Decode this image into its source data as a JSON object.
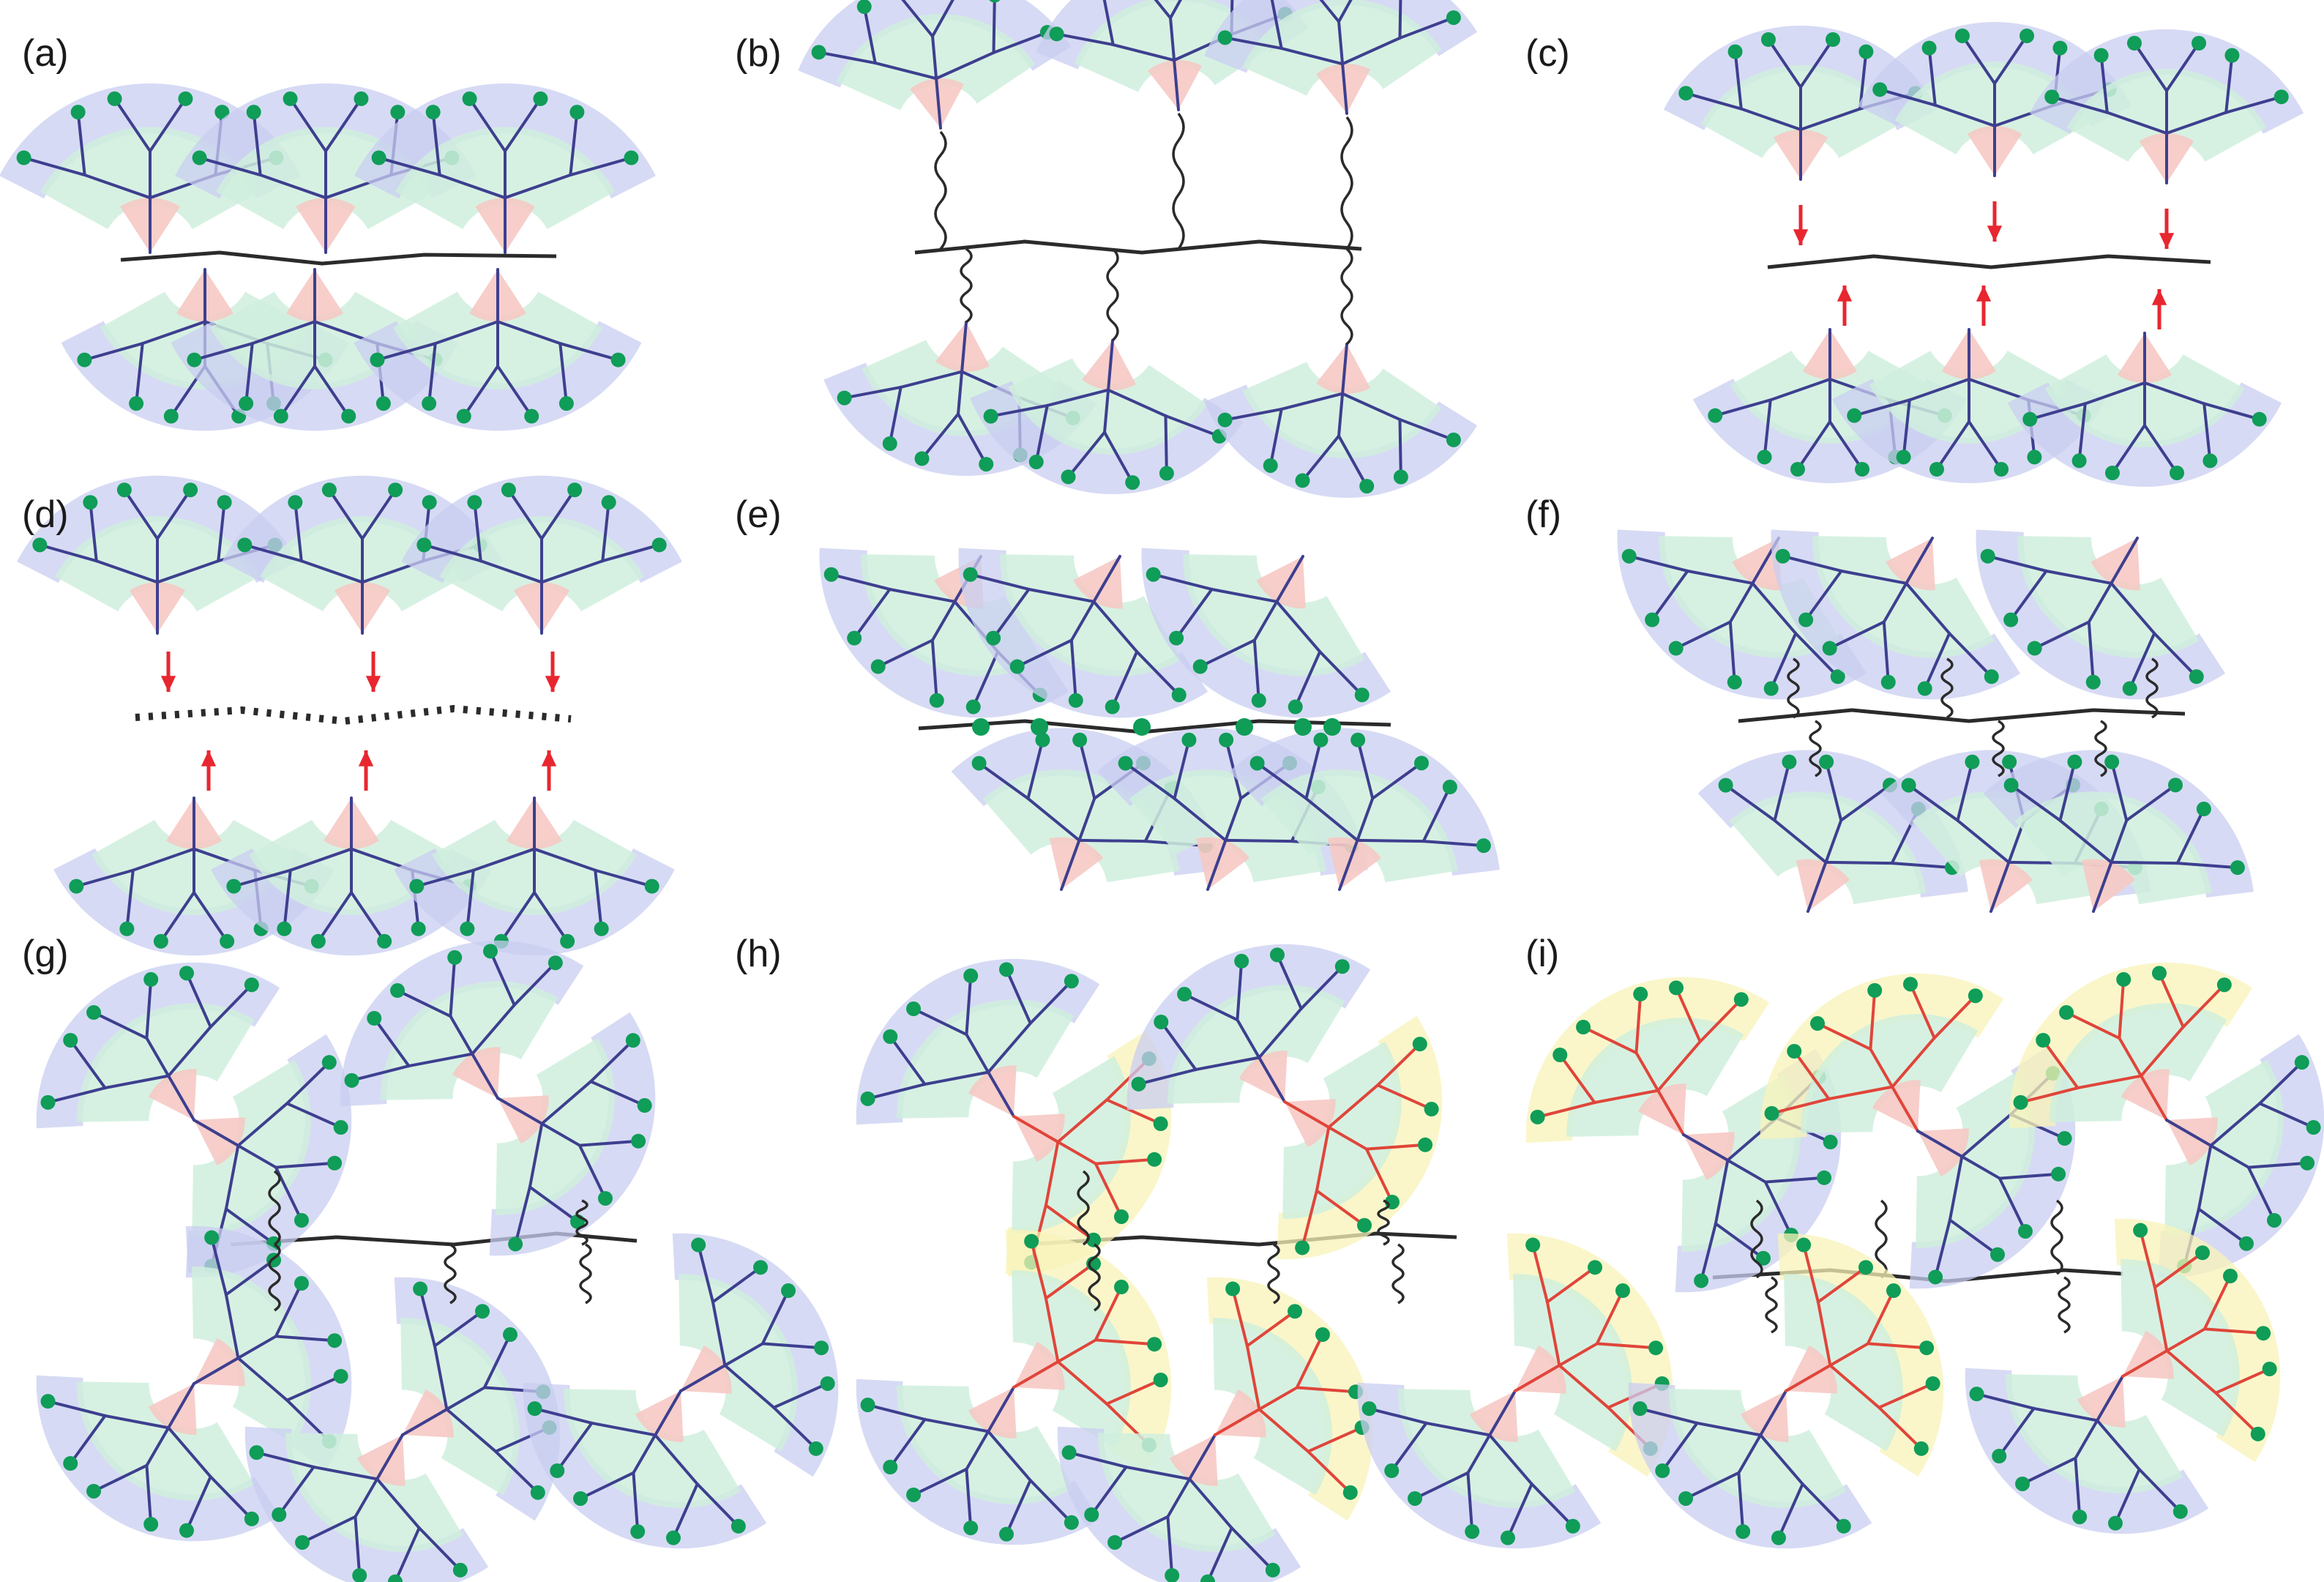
{
  "panels": [
    {
      "id": "a",
      "label": "(a)"
    },
    {
      "id": "b",
      "label": "(b)"
    },
    {
      "id": "c",
      "label": "(c)"
    },
    {
      "id": "d",
      "label": "(d)"
    },
    {
      "id": "e",
      "label": "(e)"
    },
    {
      "id": "f",
      "label": "(f)"
    },
    {
      "id": "g",
      "label": "(g)"
    },
    {
      "id": "h",
      "label": "(h)"
    },
    {
      "id": "i",
      "label": "(i)"
    }
  ],
  "colors": {
    "backbone": "#2b2b2b",
    "branch": "#3d3f8f",
    "branch_modified": "#e0453a",
    "terminal": "#0f9d58",
    "shell_outer": "#c9cdf0",
    "shell_middle": "#cfeedd",
    "shell_core": "#f6c9c4",
    "shell_modified": "#f8f3b8",
    "arrow": "#e8262f"
  }
}
